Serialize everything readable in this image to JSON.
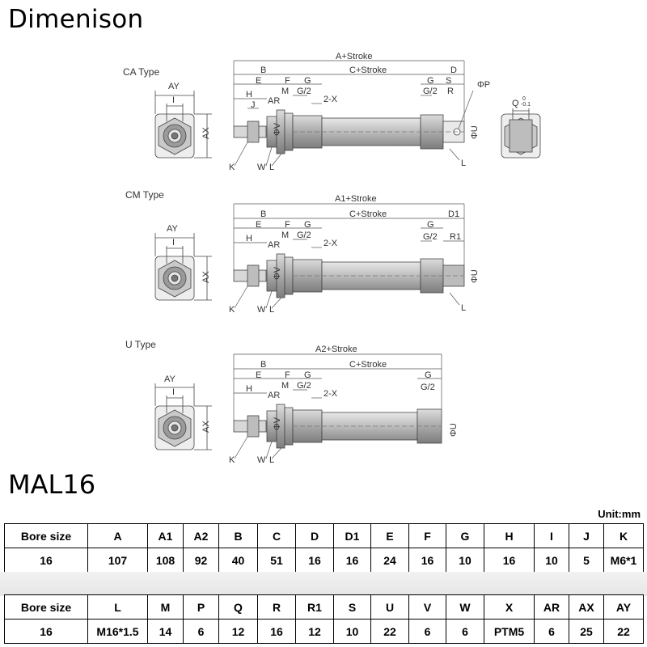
{
  "page_title": "Dimenison",
  "model": "MAL16",
  "unit": "Unit:mm",
  "types": {
    "ca": "CA Type",
    "cm": "CM Type",
    "u": "U Type"
  },
  "dimension_labels": {
    "a_stroke": "A+Stroke",
    "a1_stroke": "A1+Stroke",
    "a2_stroke": "A2+Stroke",
    "c_stroke": "C+Stroke",
    "b": "B",
    "e": "E",
    "f": "F",
    "g": "G",
    "g2": "G/2",
    "h": "H",
    "j": "J",
    "m": "M",
    "ar": "AR",
    "x": "2-X",
    "d": "D",
    "d1": "D1",
    "s": "S",
    "r": "R",
    "r1": "R1",
    "p": "ΦP",
    "u": "ΦU",
    "v": "ΦV",
    "k": "K",
    "w": "W",
    "l": "L",
    "ay": "AY",
    "i": "I",
    "ax": "AX",
    "q": "Q",
    "q_tol_upper": "0",
    "q_tol_lower": "-0.1"
  },
  "table1": {
    "headers": [
      "Bore size",
      "A",
      "A1",
      "A2",
      "B",
      "C",
      "D",
      "D1",
      "E",
      "F",
      "G",
      "H",
      "I",
      "J",
      "K"
    ],
    "values": [
      "16",
      "107",
      "108",
      "92",
      "40",
      "51",
      "16",
      "16",
      "24",
      "16",
      "10",
      "16",
      "10",
      "5",
      "M6*1"
    ]
  },
  "table2": {
    "headers": [
      "Bore size",
      "L",
      "M",
      "P",
      "Q",
      "R",
      "R1",
      "S",
      "U",
      "V",
      "W",
      "X",
      "AR",
      "AX",
      "AY"
    ],
    "values": [
      "16",
      "M16*1.5",
      "14",
      "6",
      "12",
      "16",
      "12",
      "10",
      "22",
      "6",
      "6",
      "PTM5",
      "6",
      "25",
      "22"
    ]
  }
}
